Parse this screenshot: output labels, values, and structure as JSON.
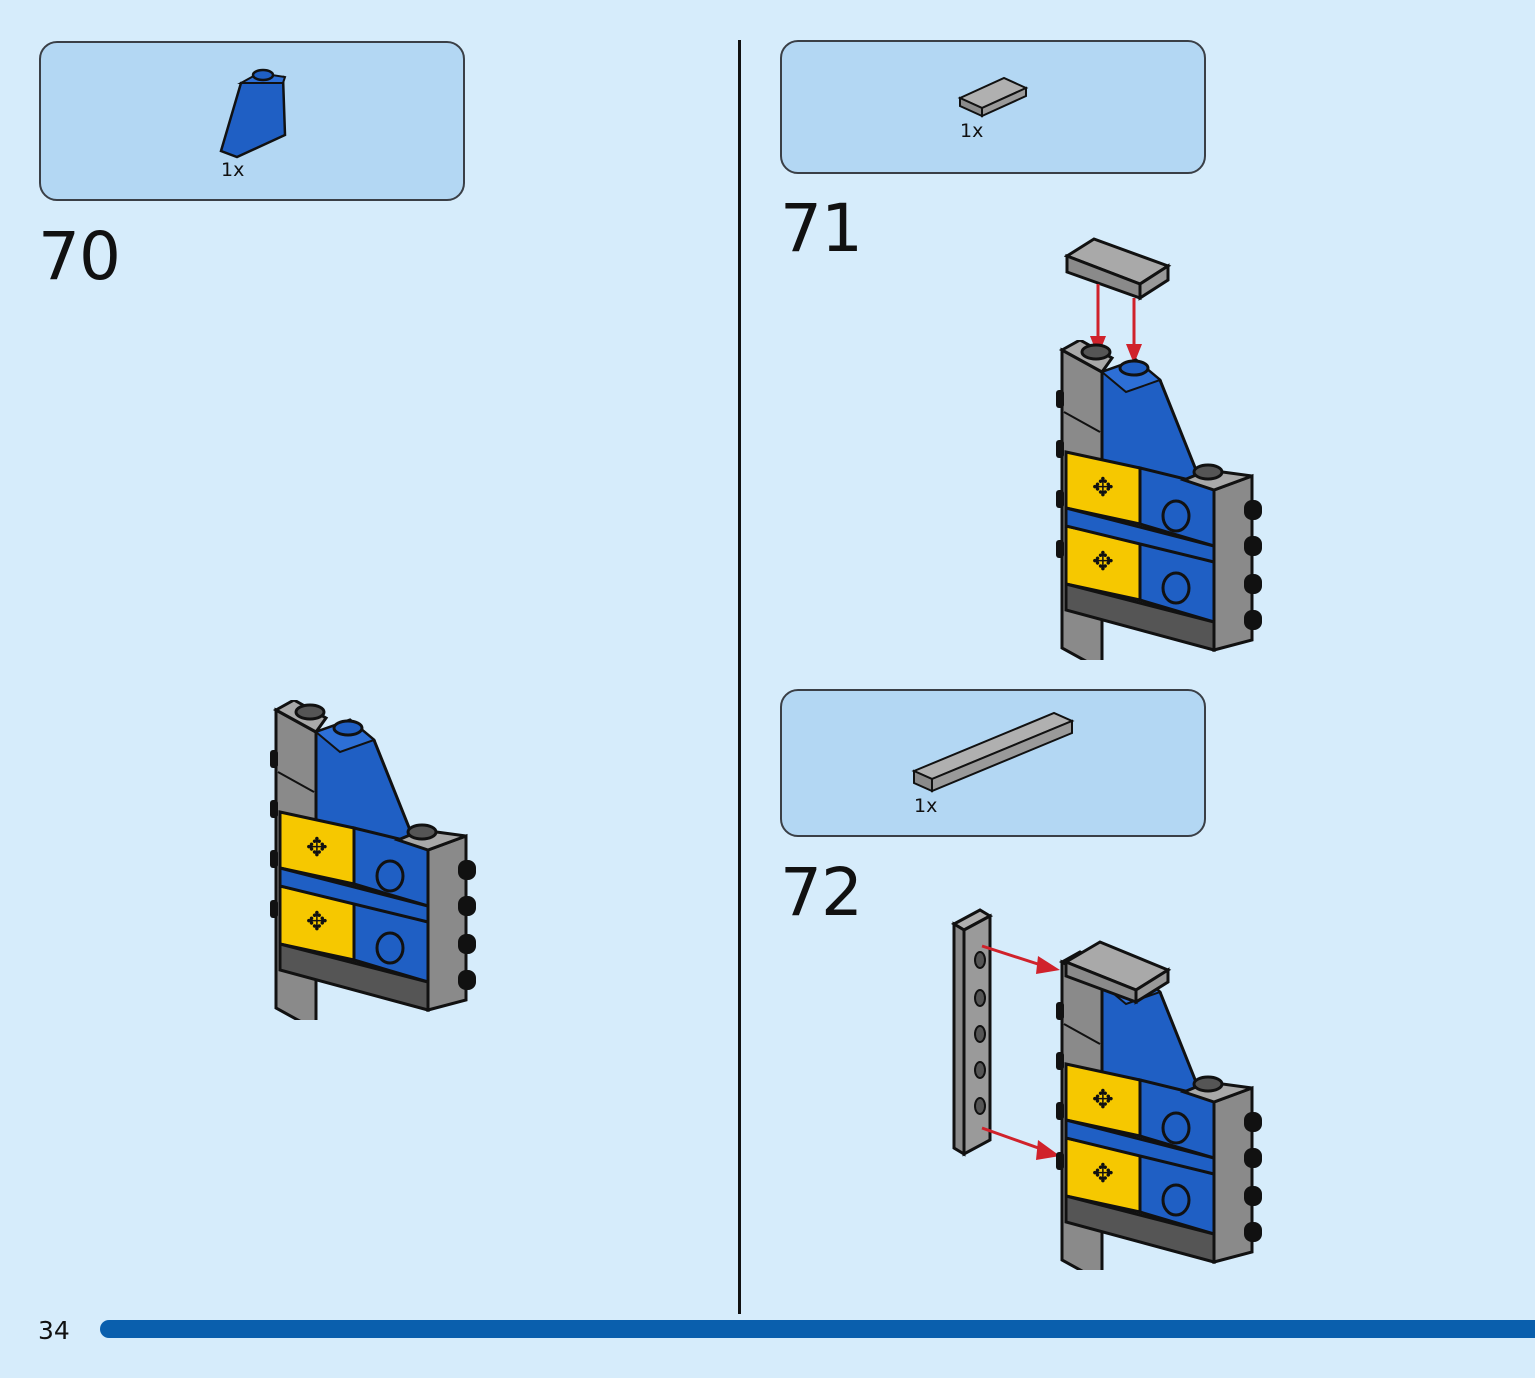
{
  "steps": [
    {
      "number": "70",
      "parts": [
        {
          "qty": "1x",
          "part": "blue slope brick"
        }
      ]
    },
    {
      "number": "71",
      "parts": [
        {
          "qty": "1x",
          "part": "grey tile 1x2"
        }
      ]
    },
    {
      "number": "72",
      "parts": [
        {
          "qty": "1x",
          "part": "grey plate 1x6"
        }
      ]
    }
  ],
  "page": {
    "number": "34"
  },
  "colors": {
    "background": "#d6ecfb",
    "callout": "#b3d7f3",
    "brick_blue": "#1f5fc4",
    "brick_yellow": "#f6c800",
    "brick_grey": "#9a9a9a",
    "arrow_red": "#d0222b",
    "page_bar": "#0a5fad"
  }
}
